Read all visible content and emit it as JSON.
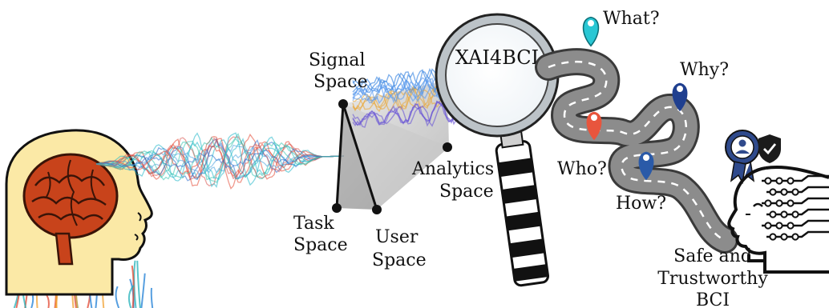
{
  "diagram": {
    "spaces": {
      "signal": [
        "Signal",
        "Space"
      ],
      "task": [
        "Task",
        "Space"
      ],
      "user": [
        "User",
        "Space"
      ],
      "analytics": [
        "Analytics",
        "Space"
      ]
    },
    "magnifier_label": "XAI4BCI",
    "questions": {
      "what": "What?",
      "why": "Why?",
      "who": "Who?",
      "how": "How?"
    },
    "goal": [
      "Safe and",
      "Trustworthy",
      "BCI"
    ],
    "colors": {
      "brain": "#c8431b",
      "face": "#fbe9a6",
      "pin_what": "#29c7d4",
      "pin_who": "#e8553d",
      "pin_why": "#1f3f8f",
      "pin_how": "#2a5aa8",
      "road": "#8c8c8c",
      "badge": "#2f4a8c"
    },
    "icons": [
      "brain-head-icon",
      "magnifying-glass-icon",
      "map-pin-icon",
      "certified-badge-icon",
      "shield-check-icon",
      "ai-head-icon"
    ]
  }
}
